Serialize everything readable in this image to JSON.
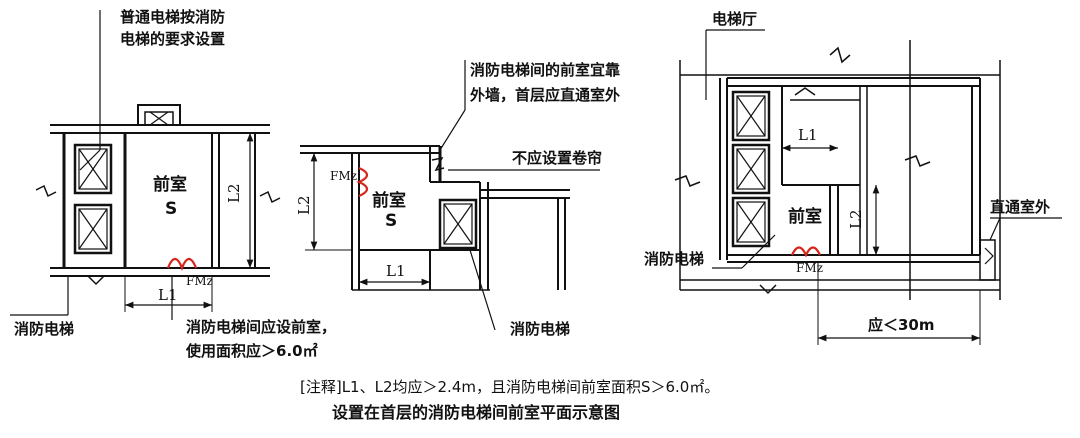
{
  "diagram": {
    "left_plan": {
      "callout_general_elevator": "普通电梯按消防\n电梯的要求设置",
      "room_name": "前室",
      "room_symbol": "S",
      "dim_L1": "L1",
      "dim_L2": "L2",
      "door_label": "FMz",
      "label_fire_elevator": "消防电梯",
      "callout_anteroom": "消防电梯间应设前室，\n使用面积应＞6.0㎡"
    },
    "middle_plan": {
      "callout_exterior": "消防电梯间的前室宜靠\n外墙，首层应直通室外",
      "callout_no_shutter": "不应设置卷帘",
      "room_name": "前室",
      "room_symbol": "S",
      "dim_L1": "L1",
      "dim_L2": "L2",
      "door_label": "FMz",
      "label_fire_elevator": "消防电梯"
    },
    "right_plan": {
      "label_lobby": "电梯厅",
      "room_name": "前室",
      "dim_L1": "L1",
      "dim_L2": "L2",
      "door_label": "FMz",
      "label_fire_elevator": "消防电梯",
      "label_direct_exit": "直通室外",
      "dim_distance": "应＜30m"
    },
    "note": "[注释]L1、L2均应＞2.4m，且消防电梯间前室面积S＞6.0㎡。",
    "caption": "设置在首层的消防电梯间前室平面示意图"
  },
  "colors": {
    "line": "#111111",
    "door": "#d9261c",
    "background": "#ffffff"
  }
}
